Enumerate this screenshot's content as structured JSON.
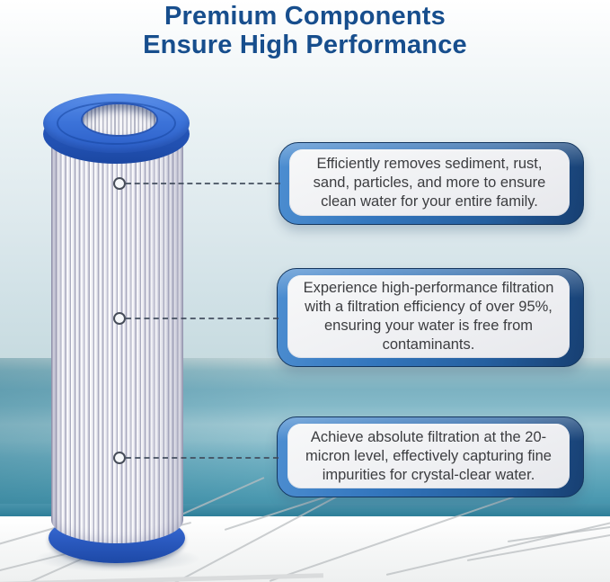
{
  "title": {
    "line1": "Premium Components",
    "line2": "Ensure High Performance"
  },
  "callouts": [
    {
      "text": "Efficiently removes sediment, rust, sand, particles, and more to ensure clean water for your entire family."
    },
    {
      "text": "Experience high-performance filtration with a filtration efficiency of over 95%, ensuring your water is free from contaminants."
    },
    {
      "text": "Achieve absolute filtration at the 20-micron level, effectively capturing fine impurities for crystal-clear water."
    }
  ],
  "product": {
    "image_name": "pleated-sediment-filter-cartridge"
  },
  "colors": {
    "title_text": "#174e8d",
    "callout_frame_blue": "#2d6cae",
    "callout_panel": "#f1f2f4",
    "callout_text": "#3c3d40",
    "filter_cap_blue": "#3a6fd6",
    "ocean_teal": "#6fb0c4",
    "deck_white": "#f6f6f6"
  }
}
